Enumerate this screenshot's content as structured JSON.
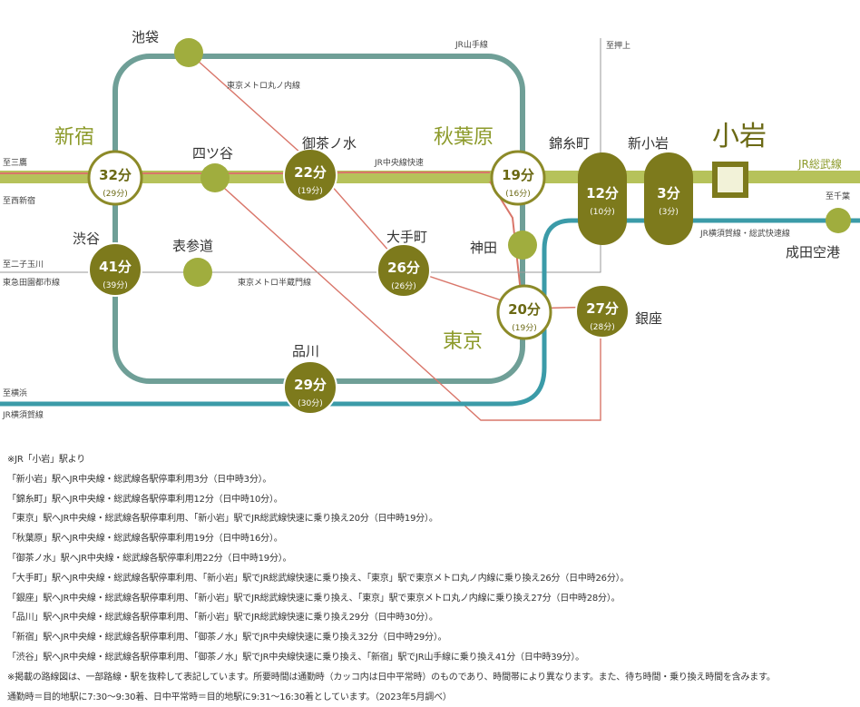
{
  "lines": {
    "jr_yamanote": "JR山手線",
    "metro_marunouchi": "東京メトロ丸ノ内線",
    "jr_chuo_rapid": "JR中央線快速",
    "jr_sobu": "JR総武線",
    "jr_yokosuka_sobu_rapid": "JR横須賀線・総武快速線",
    "metro_hanzomon": "東京メトロ半蔵門線",
    "tokyu_denentoshi": "東急田園都市線",
    "jr_yokosuka": "JR横須賀線"
  },
  "directions": {
    "to_mitaka": "至三鷹",
    "to_nishi_shinjuku": "至西新宿",
    "to_futakotamagawa": "至二子玉川",
    "to_yokohama": "至横浜",
    "to_oshiage": "至押上",
    "to_chiba": "至千葉"
  },
  "stations": {
    "koiwa": {
      "name": "小岩"
    },
    "shinkoiwa": {
      "name": "新小岩",
      "time": "3分",
      "sub": "(3分)"
    },
    "kinshicho": {
      "name": "錦糸町",
      "time": "12分",
      "sub": "(10分)"
    },
    "akihabara": {
      "name": "秋葉原",
      "time": "19分",
      "sub": "(16分)"
    },
    "ochanomizu": {
      "name": "御茶ノ水",
      "time": "22分",
      "sub": "(19分)"
    },
    "shinjuku": {
      "name": "新宿",
      "time": "32分",
      "sub": "(29分)"
    },
    "yotsuya": {
      "name": "四ツ谷"
    },
    "ikebukuro": {
      "name": "池袋"
    },
    "shibuya": {
      "name": "渋谷",
      "time": "41分",
      "sub": "(39分)"
    },
    "omotesando": {
      "name": "表参道"
    },
    "otemachi": {
      "name": "大手町",
      "time": "26分",
      "sub": "(26分)"
    },
    "kanda": {
      "name": "神田"
    },
    "tokyo": {
      "name": "東京",
      "time": "20分",
      "sub": "(19分)"
    },
    "ginza": {
      "name": "銀座",
      "time": "27分",
      "sub": "(28分)"
    },
    "shinagawa": {
      "name": "品川",
      "time": "29分",
      "sub": "(30分)"
    },
    "narita": {
      "name": "成田空港"
    }
  },
  "notes": [
    "※JR「小岩」駅より",
    "「新小岩」駅へJR中央線・総武線各駅停車利用3分（日中時3分）。",
    "「錦糸町」駅へJR中央線・総武線各駅停車利用12分（日中時10分）。",
    "「東京」駅へJR中央線・総武線各駅停車利用、「新小岩」駅でJR総武線快速に乗り換え20分（日中時19分）。",
    "「秋葉原」駅へJR中央線・総武線各駅停車利用19分（日中時16分）。",
    "「御茶ノ水」駅へJR中央線・総武線各駅停車利用22分（日中時19分）。",
    "「大手町」駅へJR中央線・総武線各駅停車利用、「新小岩」駅でJR総武線快速に乗り換え、「東京」駅で東京メトロ丸ノ内線に乗り換え26分（日中時26分）。",
    "「銀座」駅へJR中央線・総武線各駅停車利用、「新小岩」駅でJR総武線快速に乗り換え、「東京」駅で東京メトロ丸ノ内線に乗り換え27分（日中時28分）。",
    "「品川」駅へJR中央線・総武線各駅停車利用、「新小岩」駅でJR総武線快速に乗り換え29分（日中時30分）。",
    "「新宿」駅へJR中央線・総武線各駅停車利用、「御茶ノ水」駅でJR中央線快速に乗り換え32分（日中時29分）。",
    "「渋谷」駅へJR中央線・総武線各駅停車利用、「御茶ノ水」駅でJR中央線快速に乗り換え、「新宿」駅でJR山手線に乗り換え41分（日中時39分）。",
    "※掲載の路線図は、一部路線・駅を抜粋して表記しています。所要時間は通勤時（カッコ内は日中平常時）のものであり、時間帯により異なります。また、待ち時間・乗り換え時間を含みます。",
    "通勤時＝目的地駅に7:30～9:30着、日中平常時＝目的地駅に9:31～16:30着としています。（2023年5月調べ）"
  ],
  "colors": {
    "yamanote": "#6f9f97",
    "sobu": "#b6c25a",
    "olive": "#7d7a1c",
    "olive_light": "#a0ad3e",
    "red": "#d9766a",
    "blue": "#3b9ba8",
    "gray": "#9a9a9a"
  }
}
